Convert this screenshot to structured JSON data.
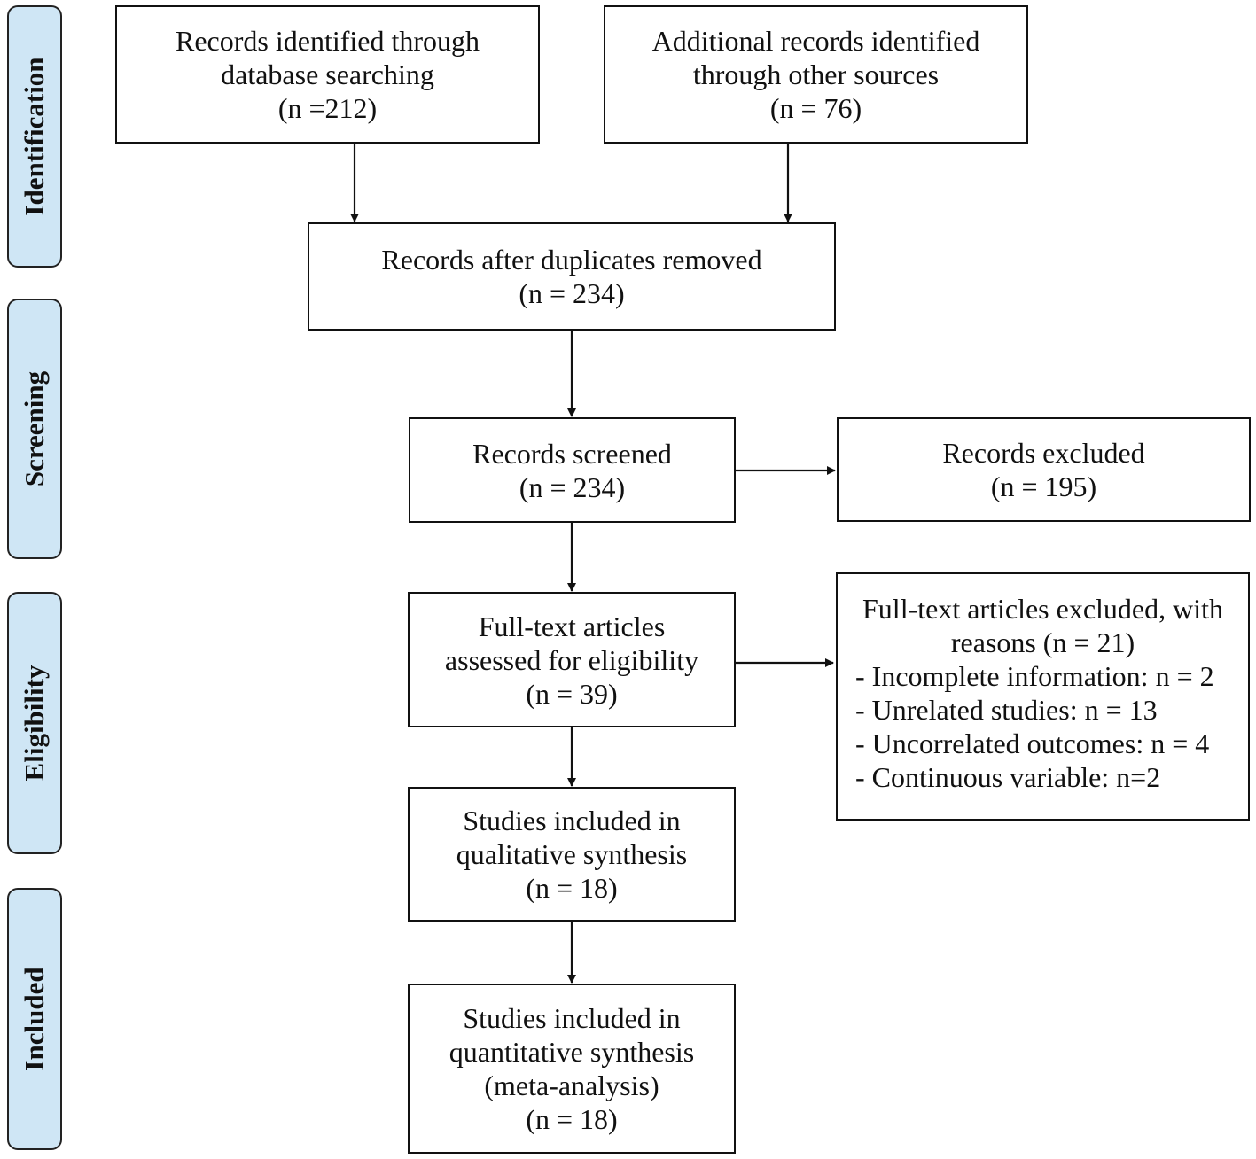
{
  "phases": {
    "identification": "Identification",
    "screening": "Screening",
    "eligibility": "Eligibility",
    "included": "Included"
  },
  "boxes": {
    "database_search": {
      "lines": [
        "Records identified through",
        "database searching",
        "(n =212)"
      ]
    },
    "other_sources": {
      "lines": [
        "Additional records identified",
        "through other sources",
        "(n = 76)"
      ]
    },
    "after_duplicates": {
      "lines": [
        "Records after duplicates removed",
        "(n = 234)"
      ]
    },
    "screened": {
      "lines": [
        "Records screened",
        "(n = 234)"
      ]
    },
    "excluded": {
      "lines": [
        "Records excluded",
        "(n = 195)"
      ]
    },
    "fulltext_assessed": {
      "lines": [
        "Full-text articles",
        "assessed for eligibility",
        "(n = 39)"
      ]
    },
    "fulltext_excluded": {
      "lines": [
        "Full-text articles excluded, with",
        "reasons (n = 21)"
      ],
      "reasons": [
        "- Incomplete information: n = 2",
        "- Unrelated studies: n = 13",
        "- Uncorrelated outcomes: n = 4",
        "- Continuous variable: n=2"
      ]
    },
    "qualitative": {
      "lines": [
        "Studies included in",
        "qualitative synthesis",
        "(n = 18)"
      ]
    },
    "quantitative": {
      "lines": [
        "Studies included in",
        "quantitative synthesis",
        "(meta-analysis)",
        "(n = 18)"
      ]
    }
  }
}
